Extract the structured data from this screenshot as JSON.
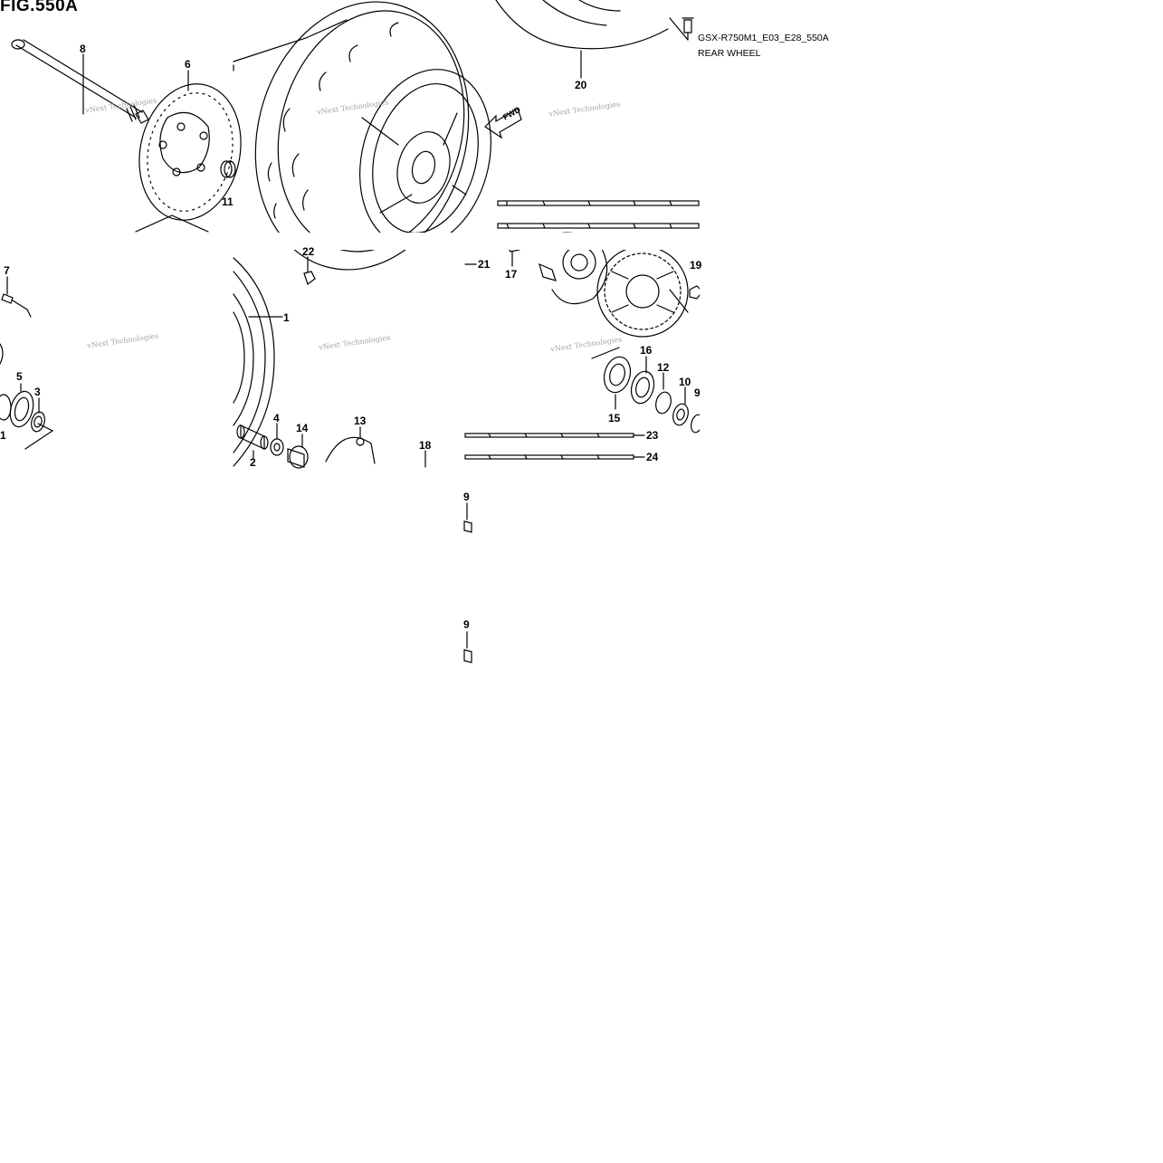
{
  "figure": {
    "title": "FIG.550A",
    "model_code": "GSX-R750M1_E03_E28_550A",
    "diagram_name": "REAR WHEEL"
  },
  "fwd_arrow_label": "FWD",
  "watermark_text": "vNext Technologies",
  "callouts": {
    "c8": "8",
    "c6": "6",
    "c11": "11",
    "c20": "20",
    "c7": "7",
    "c5": "5",
    "c3": "3",
    "c1a": "1",
    "c22": "22",
    "c1b": "1",
    "c4": "4",
    "c14": "14",
    "c13": "13",
    "c2": "2",
    "c18": "18",
    "c21": "21",
    "c17": "17",
    "c19": "19",
    "c16": "16",
    "c12": "12",
    "c10": "10",
    "c9a": "9",
    "c15": "15",
    "c23": "23",
    "c24": "24",
    "c9b": "9",
    "c9c": "9"
  },
  "colors": {
    "line": "#000000",
    "watermark": "#9a9a9a",
    "background": "#ffffff"
  }
}
